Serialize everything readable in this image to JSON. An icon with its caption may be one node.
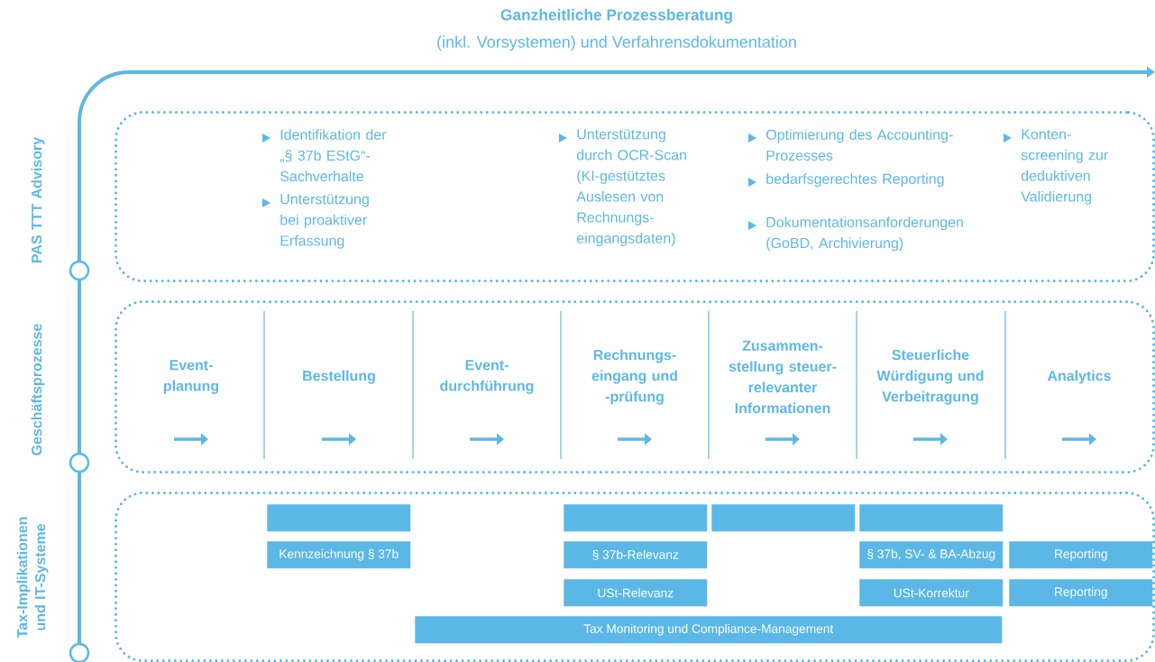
{
  "diagram": {
    "title": "Ganzheitliche Prozessberatung",
    "labels": [
      "(inkl. Vorsystemen) und Verfahrensdokumentation"
    ],
    "nodes": [
      {
        "text": [
          "PAS TTT Advisory",
          "Identifikation der „§ 37b EStG“- Sachverhalte",
          "Unterstützung bei proaktiver Erfassung",
          "Unterstützung durch OCR-Scan (KI-gestütztes Auslesen von Rechnungs- eingangsdaten)",
          "Optimierung des Accounting-Prozesses",
          "bedarfsgerechtes Reporting",
          "Dokumentationsanforderungen (GoBD, Archivierung)",
          "Konten- screening zur deduktiven Validierung"
        ]
      },
      {
        "text": [
          "Geschäftsprozesse"
        ]
      },
      {
        "text": [
          "Tax-Implikationen und IT-Systeme"
        ]
      },
      {
        "text": [
          "Event- planung"
        ],
        "in": 1
      },
      {
        "text": [
          "Bestellung"
        ],
        "in": 1
      },
      {
        "text": [
          "Event- durchführung"
        ],
        "in": 1
      },
      {
        "text": [
          "Rechnungs- eingang und -prüfung"
        ],
        "in": 1
      },
      {
        "text": [
          "Zusammen- stellung steuer- relevanter Informationen"
        ],
        "in": 1
      },
      {
        "text": [
          "Steuerliche Würdigung und Verbeitragung"
        ],
        "in": 1
      },
      {
        "text": [
          "Analytics"
        ],
        "in": 1
      },
      {
        "text": [],
        "shape": "box",
        "in": 2
      },
      {
        "text": [],
        "shape": "box",
        "in": 2
      },
      {
        "text": [],
        "shape": "box",
        "in": 2
      },
      {
        "text": [],
        "shape": "box",
        "in": 2
      },
      {
        "text": [
          "Kennzeichnung § 37b"
        ],
        "in": 2
      },
      {
        "text": [
          "§ 37b-Relevanz"
        ],
        "in": 2
      },
      {
        "text": [
          "§ 37b, SV- & BA-Abzug"
        ],
        "in": 2
      },
      {
        "text": [
          "Reporting"
        ],
        "in": 2
      },
      {
        "text": [
          "USt-Relevanz"
        ],
        "in": 2
      },
      {
        "text": [
          "USt-Korrektur"
        ],
        "in": 2
      },
      {
        "text": [
          "Reporting"
        ],
        "in": 2
      },
      {
        "text": [
          "Tax Monitoring und Compliance-Management"
        ],
        "in": 2
      }
    ]
  }
}
